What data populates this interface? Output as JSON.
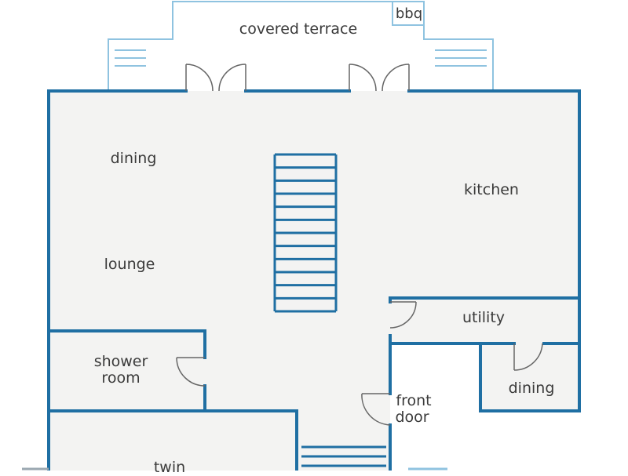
{
  "colors": {
    "wall": "#1f6fa3",
    "terrace_line": "#8fc3e0",
    "floor": "#f3f3f2",
    "terrace_fill": "#ffffff",
    "text": "#3a3a3a",
    "door": "#666666"
  },
  "rooms": {
    "covered_terrace": "covered terrace",
    "bbq": "bbq",
    "dining_main": "dining",
    "lounge": "lounge",
    "kitchen": "kitchen",
    "utility": "utility",
    "dining_small": "dining",
    "shower_room_line1": "shower",
    "shower_room_line2": "room",
    "front_door_line1": "front",
    "front_door_line2": "door",
    "twin": "twin"
  },
  "stairs": {
    "main_treads": 13,
    "entry_treads": 3
  }
}
